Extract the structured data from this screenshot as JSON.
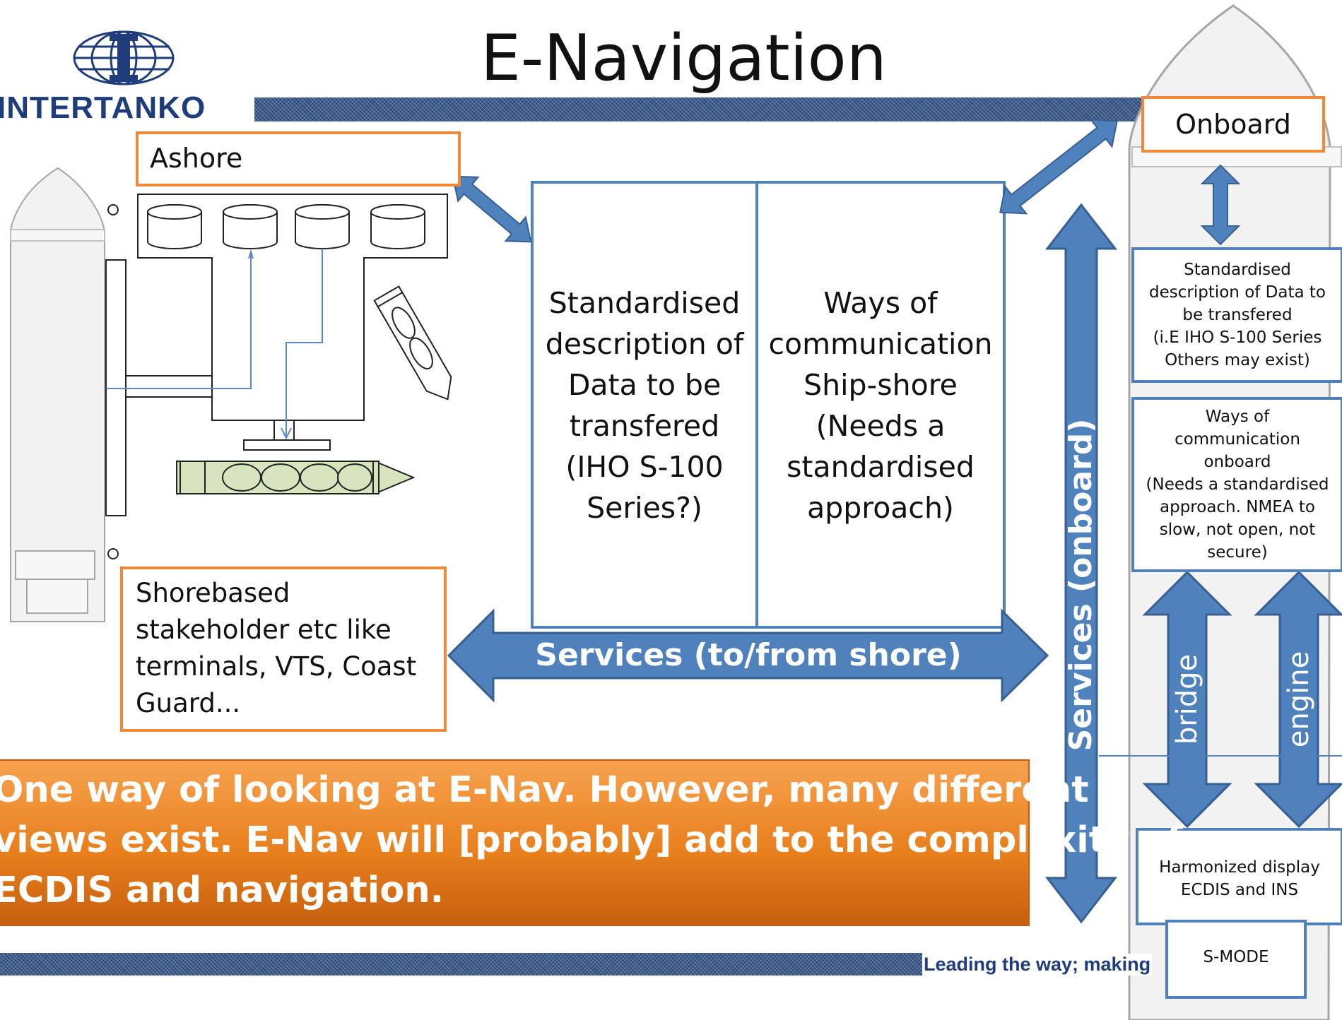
{
  "slide": {
    "title": "E-Navigation",
    "logo_text": "INTERTANKO",
    "footer_text": "Leading the way; making"
  },
  "ashore": {
    "label": "Ashore",
    "stakeholders": "Shorebased\nstakeholder etc like\nterminals, VTS, Coast\nGuard..."
  },
  "center": {
    "data_description": "Standardised\ndescription of\nData to be\ntransfered\n(IHO S-100\nSeries?)",
    "communication": "Ways of\ncommunication\nShip-shore\n(Needs a\nstandardised\napproach)",
    "services_shore": "Services (to/from shore)",
    "services_onboard": "Services (onboard)"
  },
  "onboard": {
    "label": "Onboard",
    "data_description": "Standardised\ndescription of Data to\nbe transfered\n(i.E IHO S-100 Series\nOthers may exist)",
    "communication": "Ways of\ncommunication\nonboard\n(Needs a standardised\napproach. NMEA to\nslow, not open, not\nsecure)",
    "bridge": "bridge",
    "engine": "engine",
    "display": "Harmonized display\nECDIS and INS",
    "smode": "S-MODE"
  },
  "callout": {
    "text": "One way of looking at E-Nav. However, many different\nviews exist. E-Nav will [probably] add to the complexity of\nECDIS and navigation."
  },
  "colors": {
    "accent_orange": "#f0883a",
    "arrow_blue": "#4f81bd",
    "arrow_blue_dark": "#375f91",
    "box_blue": "#4f81bd",
    "band_navy": "#2d4d7c",
    "ship_fill": "#f2f2f2",
    "ship_stroke": "#a6a6a6",
    "vessel_fill": "#d7e4bd"
  }
}
